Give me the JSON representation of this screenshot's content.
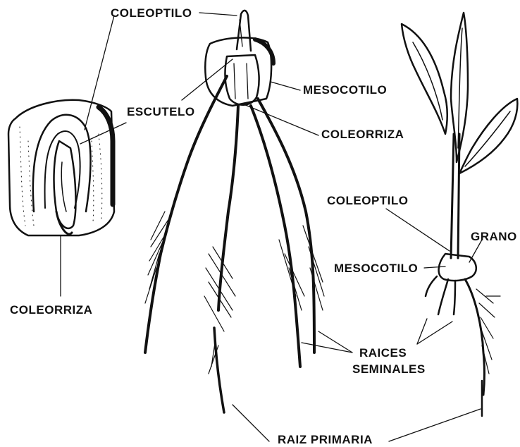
{
  "labels": {
    "coleoptilo_top": "COLEOPTILO",
    "escutelo": "ESCUTELO",
    "mesocotilo_mid": "MESOCOTILO",
    "coleorriza_mid": "COLEORRIZA",
    "coleorriza_left": "COLEORRIZA",
    "coleoptilo_right": "COLEOPTILO",
    "grano": "GRANO",
    "mesocotilo_right": "MESOCOTILO",
    "raices_line1": "RAICES",
    "raices_line2": "SEMINALES",
    "raiz_primaria": "RAIZ PRIMARIA"
  },
  "colors": {
    "ink": "#111111",
    "paper": "#ffffff"
  }
}
